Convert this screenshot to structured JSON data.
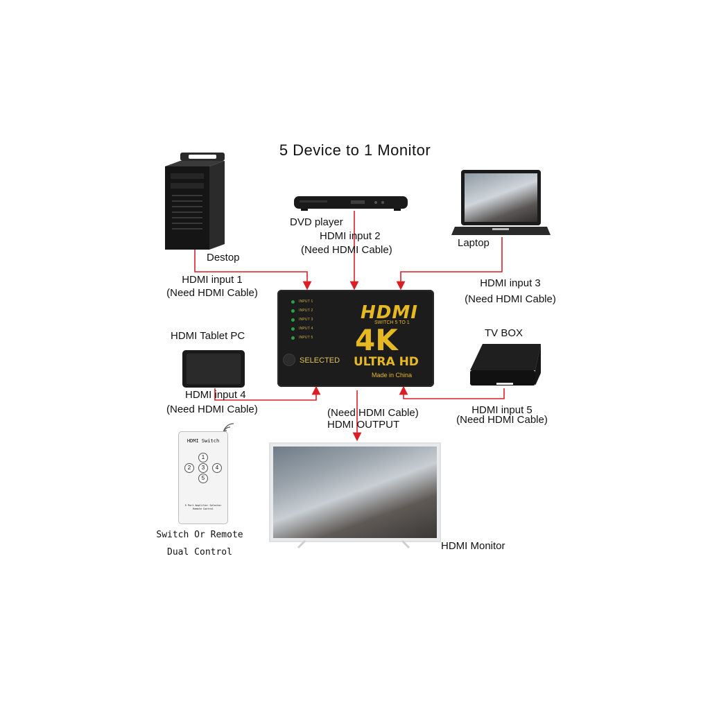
{
  "title": "5 Device to 1 Monitor",
  "devices": {
    "desktop": "Destop",
    "dvd": "DVD player",
    "laptop": "Laptop",
    "tablet": "HDMI Tablet PC",
    "tvbox": "TV BOX",
    "monitor": "HDMI Monitor"
  },
  "inputs": {
    "in1_name": "HDMI input 1",
    "in1_note": "(Need HDMI Cable)",
    "in2_name": "HDMI input 2",
    "in2_note": "(Need HDMI Cable)",
    "in3_name": "HDMI input 3",
    "in3_note": "(Need HDMI Cable)",
    "in4_name": "HDMI input 4",
    "in4_note": "(Need HDMI Cable)",
    "in5_name": "HDMI input 5",
    "in5_note": "(Need HDMI Cable)",
    "out_note": "(Need HDMI Cable)",
    "out_name": "HDMI OUTPUT"
  },
  "switch": {
    "leds": [
      "INPUT 1",
      "INPUT 2",
      "INPUT 3",
      "INPUT 4",
      "INPUT 5"
    ],
    "selected": "SELECTED",
    "logo": "HDMI",
    "subtitle": "SWITCH 5 TO 1",
    "big": "4K",
    "ultra": "ULTRA HD",
    "made": "Made in China"
  },
  "remote": {
    "title": "HDMI Switch",
    "buttons": [
      "1",
      "2",
      "3",
      "4",
      "5"
    ],
    "footer": "5 Port Amplifier Selector Remote Control",
    "caption1": "Switch Or Remote",
    "caption2": "Dual Control"
  },
  "colors": {
    "wire": "#d81f26",
    "gold": "#e6b923"
  }
}
